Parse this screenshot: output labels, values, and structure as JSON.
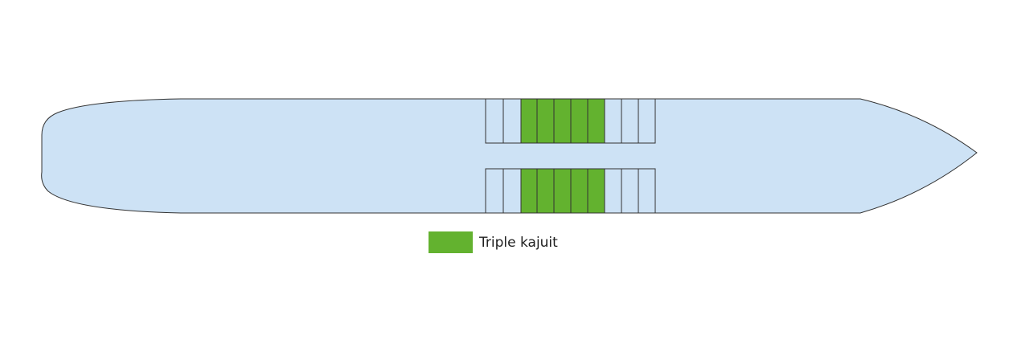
{
  "colors": {
    "hull_fill": "#cde2f5",
    "hull_stroke": "#333333",
    "cabin_fill": "#cde2f5",
    "triple_fill": "#63b22f",
    "cabin_stroke": "#333333"
  },
  "cabin_rows": [
    {
      "name": "upper",
      "cabins": [
        "standard",
        "standard",
        "triple",
        "triple",
        "triple",
        "triple",
        "triple",
        "standard",
        "standard",
        "standard"
      ]
    },
    {
      "name": "lower",
      "cabins": [
        "standard",
        "standard",
        "triple",
        "triple",
        "triple",
        "triple",
        "triple",
        "standard",
        "standard",
        "standard"
      ]
    }
  ],
  "legend": {
    "items": [
      {
        "label": "Triple kajuit",
        "type": "triple"
      }
    ]
  }
}
